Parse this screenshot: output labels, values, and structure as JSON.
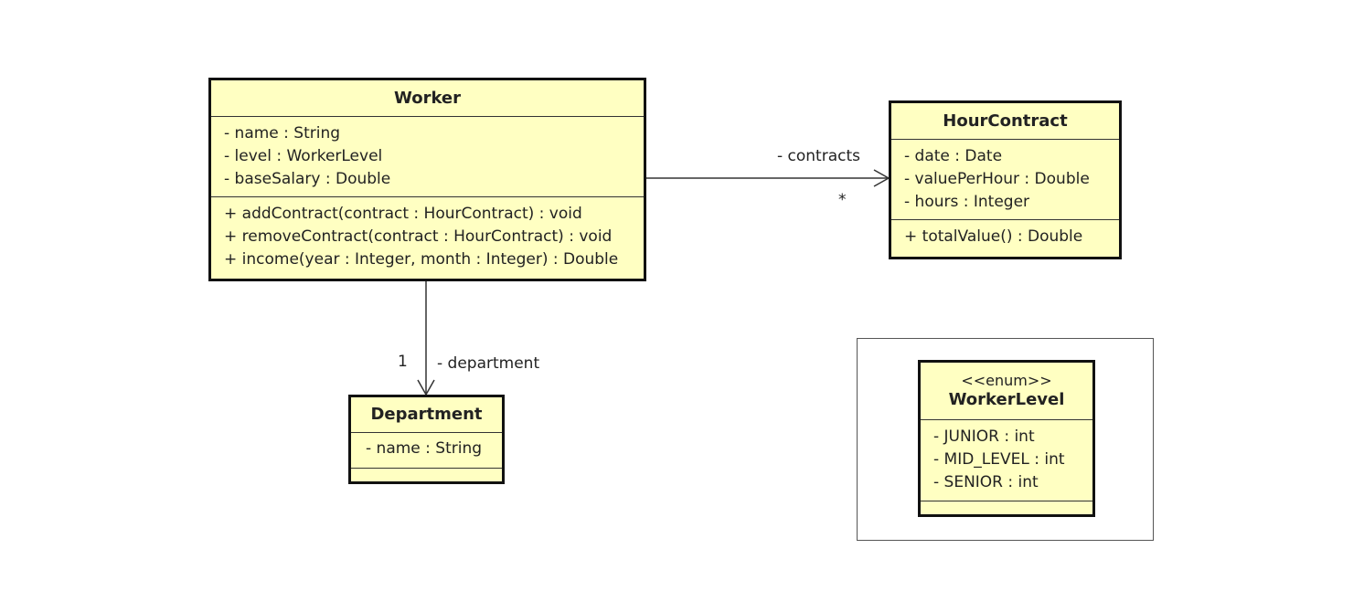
{
  "classes": {
    "worker": {
      "name": "Worker",
      "attributes": [
        "- name : String",
        "- level : WorkerLevel",
        "- baseSalary : Double"
      ],
      "operations": [
        "+ addContract(contract : HourContract) : void",
        "+ removeContract(contract : HourContract) : void",
        "+ income(year : Integer, month : Integer) : Double"
      ]
    },
    "hour_contract": {
      "name": "HourContract",
      "attributes": [
        "- date : Date",
        "- valuePerHour : Double",
        "- hours : Integer"
      ],
      "operations": [
        "+ totalValue() : Double"
      ]
    },
    "department": {
      "name": "Department",
      "attributes": [
        "- name : String"
      ],
      "operations": []
    },
    "worker_level": {
      "stereotype": "<<enum>>",
      "name": "WorkerLevel",
      "attributes": [
        "- JUNIOR : int",
        "- MID_LEVEL : int",
        "- SENIOR : int"
      ],
      "operations": []
    }
  },
  "associations": {
    "contracts": {
      "role": "- contracts",
      "multiplicity": "*"
    },
    "department": {
      "role": "- department",
      "multiplicity": "1"
    }
  },
  "colors": {
    "class_fill": "#ffffc2",
    "border": "#111111",
    "line": "#333333"
  }
}
